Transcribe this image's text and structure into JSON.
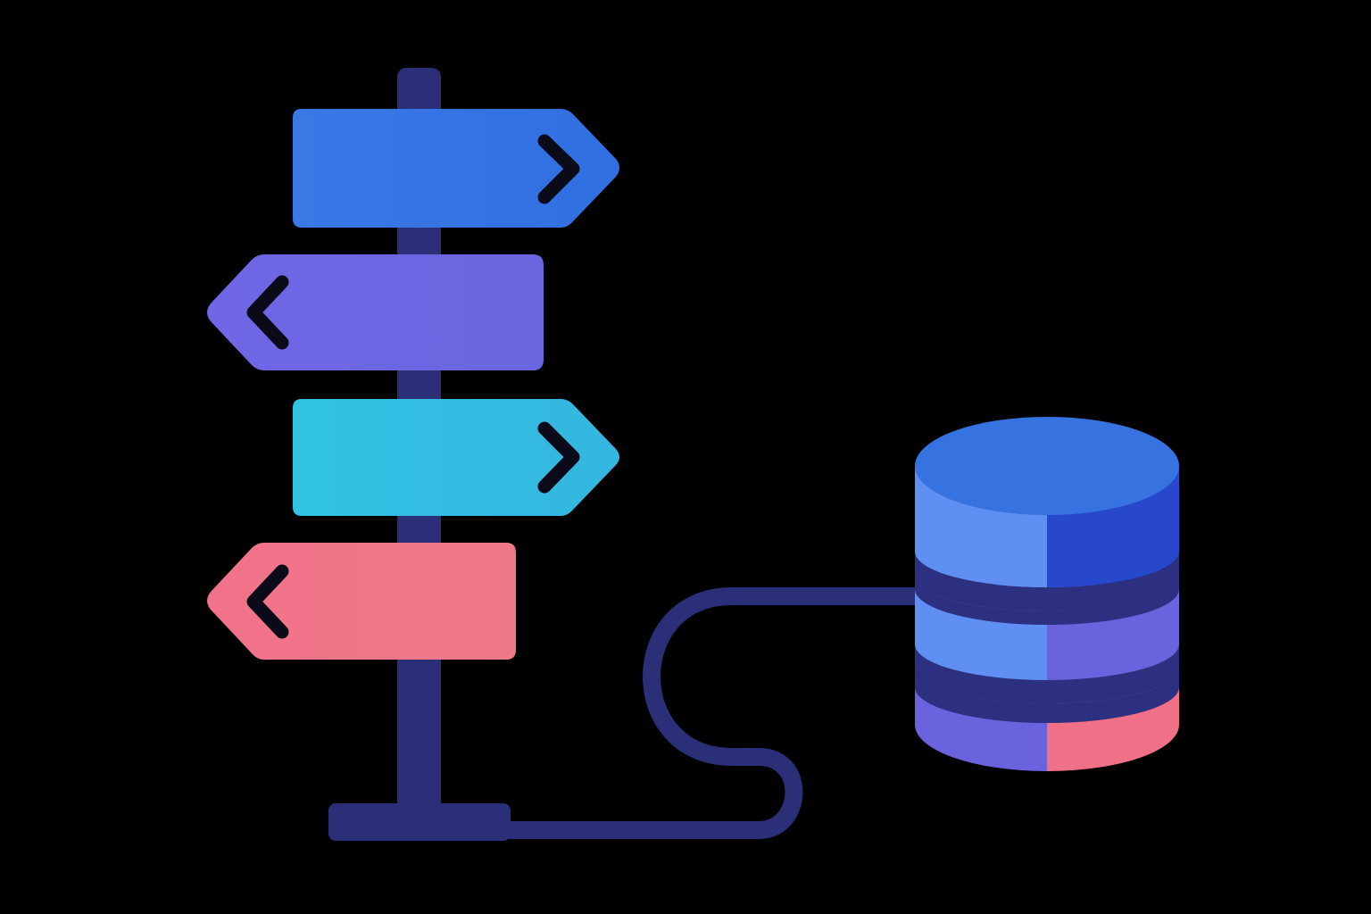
{
  "colors": {
    "background": "#000000",
    "post": "#2b2f78",
    "cable": "#2b2f78",
    "chevron": "#0a0a18",
    "sign_blue": "#3575e3",
    "sign_purple": "#6c66e2",
    "sign_cyan": "#33bde2",
    "sign_pink": "#f07688",
    "db_top": "#3672e0",
    "db_left_light": "#5f8ff3",
    "db_right_dark": "#2748cc",
    "db_purple": "#6b62de",
    "db_pink": "#f07187",
    "db_band": "#2d3080"
  },
  "icons": {
    "signpost": "signpost-icon",
    "database": "database-icon",
    "cable": "connector-cable",
    "right_chevron": "chevron-right-icon",
    "left_chevron": "chevron-left-icon"
  },
  "signs": [
    {
      "direction": "right",
      "color": "sign_blue"
    },
    {
      "direction": "left",
      "color": "sign_purple"
    },
    {
      "direction": "right",
      "color": "sign_cyan"
    },
    {
      "direction": "left",
      "color": "sign_pink"
    }
  ]
}
